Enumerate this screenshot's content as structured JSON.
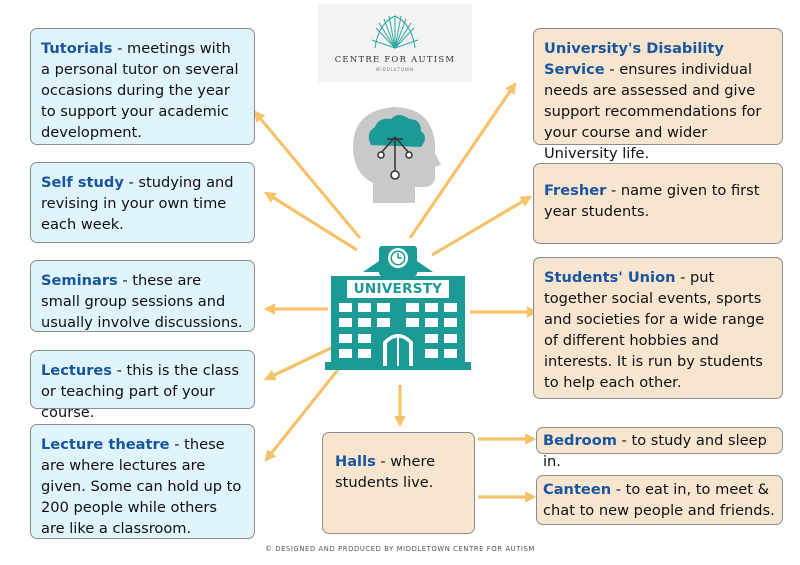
{
  "logo": {
    "title": "CENTRE FOR AUTISM",
    "subtitle": "MIDDLETOWN",
    "icon": "sunburst-icon"
  },
  "center": {
    "building_label": "UNIVERSTY",
    "building_icon": "university-building-icon",
    "head_icon": "brain-network-head-icon"
  },
  "left_boxes": [
    {
      "term": "Tutorials",
      "desc": " - meetings with a personal tutor on several occasions during the year to support your academic development."
    },
    {
      "term": "Self study",
      "desc": " - studying and revising in your own time each week."
    },
    {
      "term": "Seminars",
      "desc": " - these are small group sessions and usually involve discussions."
    },
    {
      "term": "Lectures",
      "desc": " - this is the class or teaching part of your course."
    },
    {
      "term": "Lecture theatre",
      "desc": " - these are where lectures are given. Some can hold up to 200 people while others are like a classroom."
    }
  ],
  "right_boxes": [
    {
      "term": "University's Disability Service",
      "desc": " - ensures individual needs are assessed and give support recommendations for your course and wider University life."
    },
    {
      "term": "Fresher",
      "desc": " - name given to first year students."
    },
    {
      "term": "Students' Union",
      "desc": " - put together social events, sports and societies for a wide range of different hobbies and interests. It is run by students to help each other."
    }
  ],
  "halls": {
    "term": "Halls",
    "desc": " - where students live."
  },
  "halls_boxes": [
    {
      "term": "Bedroom",
      "desc": " - to study and sleep in."
    },
    {
      "term": "Canteen",
      "desc": " - to eat in, to meet & chat to new people and friends."
    }
  ],
  "footer": "© DESIGNED AND PRODUCED BY MIDDLETOWN CENTRE FOR AUTISM",
  "colors": {
    "left_box_bg": "#dff4fb",
    "right_box_bg": "#f7e5d0",
    "term_text": "#1a55a0",
    "arrow": "#f6c26a",
    "teal": "#1b9a96",
    "head_gray": "#c9c9c9"
  }
}
